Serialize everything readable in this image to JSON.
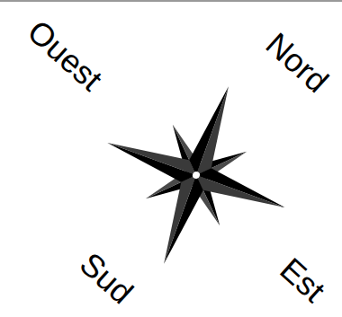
{
  "diagram": {
    "labels": [
      "Ouest",
      "Nord",
      "Sud",
      "Est"
    ]
  }
}
